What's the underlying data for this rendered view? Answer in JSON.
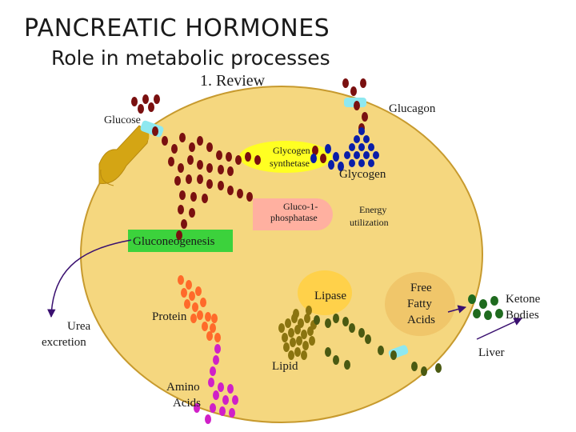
{
  "title": "PANCREATIC HORMONES",
  "subtitle": "Role in metabolic processes",
  "section": "1. Review",
  "labels": {
    "glucose": "Glucose",
    "glucagon": "Glucagon",
    "glycogen_synthetase_1": "Glycogen",
    "glycogen_synthetase_2": "synthetase",
    "glycogen": "Glycogen",
    "gluco1_1": "Gluco-1-",
    "gluco1_2": "phosphatase",
    "energy_1": "Energy",
    "energy_2": "utilization",
    "gluconeogenesis": "Gluconeogenesis",
    "lipase": "Lipase",
    "ffa_1": "Free",
    "ffa_2": "Fatty",
    "ffa_3": "Acids",
    "ketone_1": "Ketone",
    "ketone_2": "Bodies",
    "liver": "Liver",
    "urea_1": "Urea",
    "urea_2": "excretion",
    "protein": "Protein",
    "lipid": "Lipid",
    "amino_1": "Amino",
    "amino_2": "Acids"
  },
  "colors": {
    "cell_fill": "#f5d77f",
    "cell_stroke": "#c79a2e",
    "glucose_bead": "#7a1010",
    "glycogen_bead": "#0a1ea8",
    "fatty_acid_bead": "#4a5a12",
    "ketone_bead": "#1f6b1f",
    "amino_bead": "#d020c8",
    "protein_bead": "#ff6a2a",
    "lipid_bead": "#8a7410",
    "receptor": "#8ee8f0",
    "gluconeogenesis_fill": "#3cd23c",
    "synthetase_fill": "#ffff22",
    "phosphatase_fill": "#ffb0a0",
    "arrow": "#3a1070"
  }
}
